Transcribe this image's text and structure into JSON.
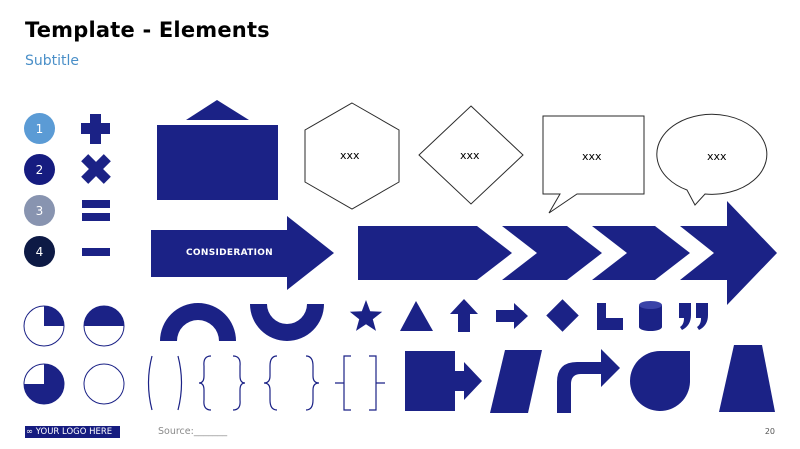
{
  "title": "Template - Elements",
  "subtitle": "Subtitle",
  "numbers": [
    {
      "label": "1",
      "color": "#5b9bd5"
    },
    {
      "label": "2",
      "color": "#161c80"
    },
    {
      "label": "3",
      "color": "#8894b0"
    },
    {
      "label": "4",
      "color": "#0d1a45"
    }
  ],
  "hexagon_label": "xxx",
  "diamond_label": "xxx",
  "speech_rect_label": "xxx",
  "speech_oval_label": "xxx",
  "arrow_label": "CONSIDERATION",
  "logo_text": "∞ YOUR LOGO HERE",
  "source_text": "Source:_______",
  "page_number": "20",
  "colors": {
    "primary": "#1b2286",
    "outline": "#2a2a2a"
  },
  "icons": [
    "plus-icon",
    "multiply-icon",
    "equals-icon",
    "minus-icon"
  ]
}
